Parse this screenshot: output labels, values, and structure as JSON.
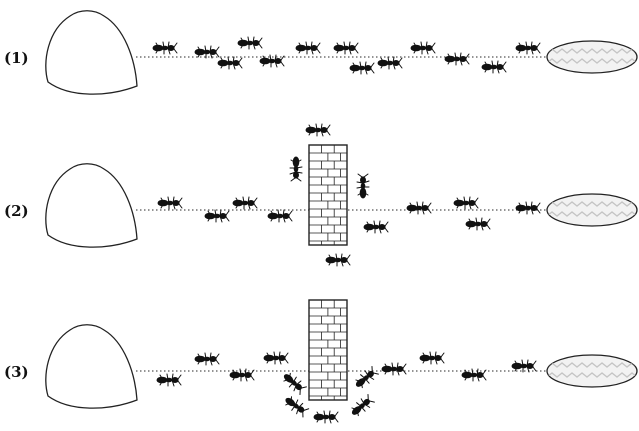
{
  "panels": [
    {
      "label": "(1)",
      "obstacle": false
    },
    {
      "label": "(2)",
      "obstacle": true
    },
    {
      "label": "(3)",
      "obstacle": true
    }
  ],
  "icons": {
    "nest": "nest-icon",
    "food": "food-source-icon",
    "ant": "ant-icon",
    "wall": "brick-wall-icon"
  },
  "colors": {
    "ant": "#111111",
    "trail": "#555555",
    "food_pattern": "#c4c4c4",
    "outline": "#222222"
  }
}
